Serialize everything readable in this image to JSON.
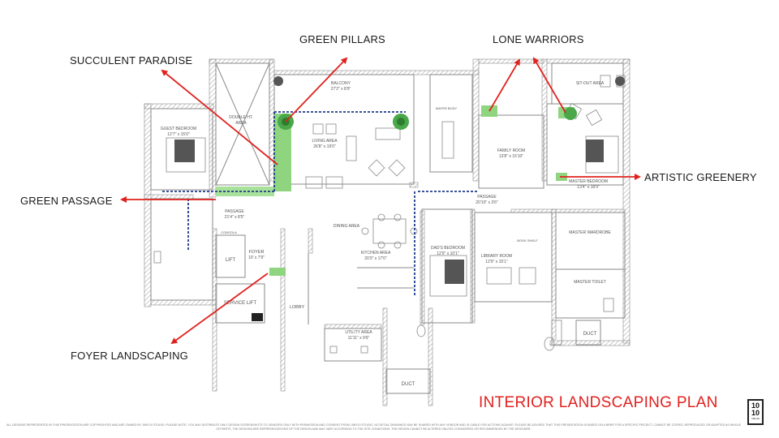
{
  "callouts": {
    "green_pillars": "GREEN PILLARS",
    "lone_warriors": "LONE WARRIORS",
    "succulent_paradise": "SUCCULENT PARADISE",
    "green_passage": "GREEN PASSAGE",
    "artistic_greenery": "ARTISTIC GREENERY",
    "foyer_landscaping": "FOYER LANDSCAPING"
  },
  "rooms": {
    "balcony": "BALCONY",
    "balcony_size": "27'2\" x 8'9\"",
    "sit_out": "SIT-OUT AREA",
    "guest_bedroom": "GUEST BEDROOM",
    "guest_bedroom_size": "12'7\" x 15'0\"",
    "double_ht": "DOUBLE HT.",
    "double_ht_2": "AREA",
    "living": "LIVING AREA",
    "living_size": "26'8\" x 19'0\"",
    "family": "FAMILY ROOM",
    "family_size": "13'8\" x 15'10\"",
    "master_bedroom": "MASTER BEDROOM",
    "master_bedroom_size": "13'4\" x 18'9\"",
    "passage_left": "PASSAGE",
    "passage_left_size": "21'4\" x 8'5\"",
    "passage_right": "PASSAGE",
    "passage_right_size": "20'10\" x 3'6\"",
    "dining": "DINING AREA",
    "kitchen": "KITCHEN AREA",
    "kitchen_size": "20'3\" x 17'0\"",
    "dads_bedroom": "DAD'S BEDROOM",
    "dads_bedroom_size": "12'9\" x 10'1\"",
    "library": "LIBRARY ROOM",
    "library_size": "12'9\" x 15'1\"",
    "master_wardrobe": "MASTER WARDROBE",
    "master_toilet": "MASTER TOILET",
    "foyer": "FOYER",
    "foyer_size": "10' x 7'9\"",
    "lift": "LIFT",
    "service_lift": "SERVICE LIFT",
    "lobby": "LOBBY",
    "utility": "UTILITY AREA",
    "utility_size": "11'11\" x 9'6\"",
    "duct_bottom": "DUCT",
    "duct_right": "DUCT",
    "consola": "CONSOLA",
    "water_body": "WATER BODY",
    "book_shelf": "BOOK SHELF"
  },
  "title": "INTERIOR LANDSCAPING PLAN",
  "logo": {
    "top": "10",
    "bottom": "10",
    "sub": "10by10"
  },
  "disclaimer": "ALL DESIGNS REPRESENTED IN THIS PRESENTATION ARE COPYRIGHTED AND ARE OWNED BY 10BY10 STUDIO. PLEASE NOTE, YOU MAY DISTRIBUTE ONLY DESIGN SCREENSHOTS TO VENDORS ONLY WITH PERMISSION AND CONSENT FROM 10BY10 STUDIO. NO DETAIL DRAWINGS MAY BE SHARED WITH ANY VENDOR AND IS LIABLE FOR ACTIONS AGAINST. PLEASE BE ADVISED THAT THIS PRESENTATION IS BASED ON A BRIEF FOR A SPECIFIC PROJECT, CANNOT BE COPIED, REPRODUCED OR ADAPTED AS WHOLE OR PARTS. THE DESIGNS ARE REPRESENTATIONS OF THE DESIGN AND MAY VARY ACCORDING TO THE SITE CONDITIONS. THE DESIGN CANNOT BE ALTERED UNLESS CONSIDERED OR RECOMMENDED BY THE DESIGNER.",
  "colors": {
    "accent_red": "#e0221f",
    "green": "#8fd47f",
    "wall": "#9a9a9a"
  }
}
